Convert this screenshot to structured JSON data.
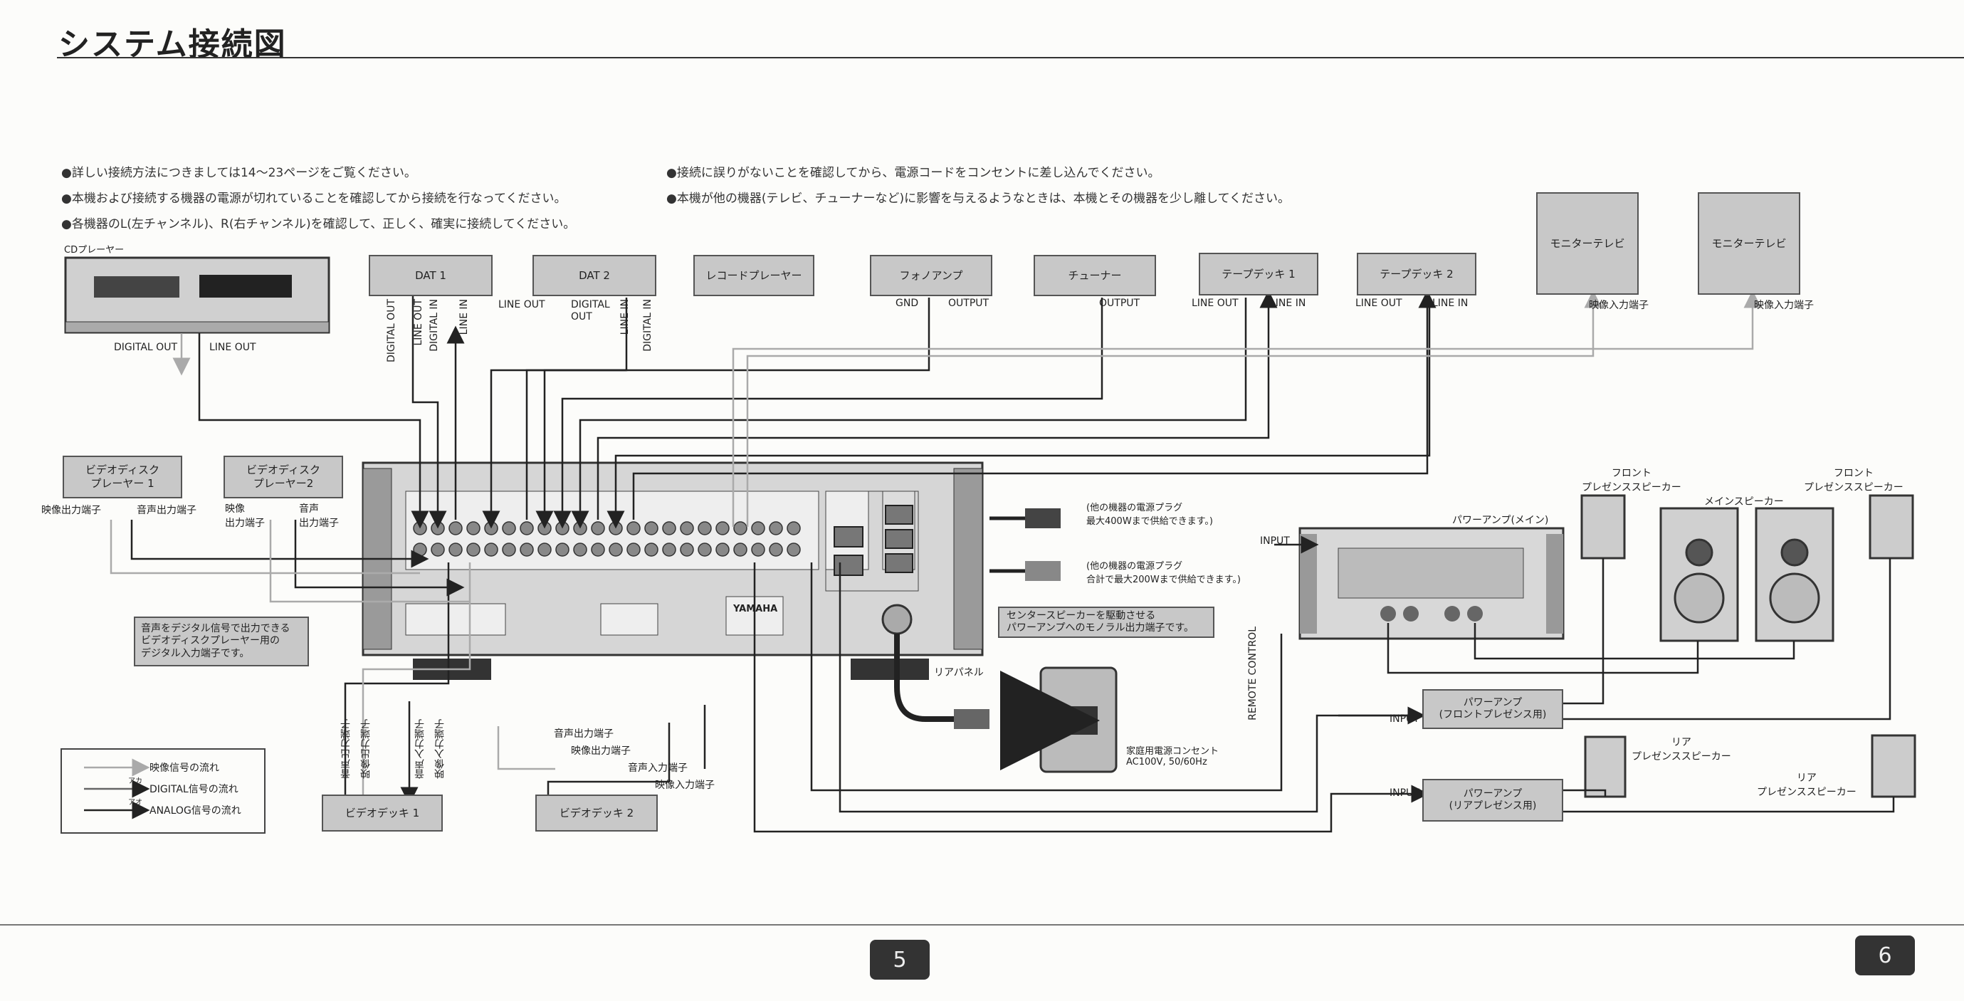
{
  "page": {
    "title": "システム接続図",
    "page_left": "5",
    "page_right": "6"
  },
  "notes": {
    "left": [
      "●詳しい接続方法につきましては14〜23ページをご覧ください。",
      "●本機および接続する機器の電源が切れていることを確認してから接続を行なってください。",
      "●各機器のL(左チャンネル)、R(右チャンネル)を確認して、正しく、確実に接続してください。"
    ],
    "right": [
      "●接続に誤りがないことを確認してから、電源コードをコンセントに差し込んでください。",
      "●本機が他の機器(テレビ、チューナーなど)に影響を与えるようなときは、本機とその機器を少し離してください。"
    ]
  },
  "devices": {
    "cd": {
      "caption": "CDプレーヤー",
      "digital_out": "DIGITAL OUT",
      "line_out": "LINE OUT"
    },
    "dat1": {
      "label": "DAT 1",
      "digital_out": "DIGITAL OUT",
      "line_out": "LINE OUT",
      "digital_in": "DIGITAL IN",
      "line_in": "LINE IN"
    },
    "dat2": {
      "label": "DAT 2",
      "line_out": "LINE OUT",
      "digital_out": "DIGITAL OUT",
      "line_in": "LINE IN",
      "digital_in": "DIGITAL IN"
    },
    "record_player": {
      "label": "レコードプレーヤー"
    },
    "phono_amp": {
      "label": "フォノアンプ",
      "gnd": "GND",
      "output": "OUTPUT"
    },
    "tuner": {
      "label": "チューナー",
      "output": "OUTPUT"
    },
    "tape1": {
      "label": "テープデッキ 1",
      "line_out": "LINE OUT",
      "line_in": "LINE IN"
    },
    "tape2": {
      "label": "テープデッキ 2",
      "line_out": "LINE OUT",
      "line_in": "LINE IN"
    },
    "monitor1": {
      "label": "モニターテレビ",
      "input": "映像入力端子"
    },
    "monitor2": {
      "label": "モニターテレビ",
      "input": "映像入力端子"
    },
    "vdisc1": {
      "label": "ビデオディスク\nプレーヤー 1",
      "video_out": "映像出力端子",
      "audio_out": "音声出力端子"
    },
    "vdisc2": {
      "label": "ビデオディスク\nプレーヤー2",
      "video_out": "映像\n出力端子",
      "audio_out": "音声\n出力端子"
    },
    "vdeck1": {
      "label": "ビデオデッキ 1",
      "p1": "音声出力端子",
      "p2": "映像出力端子",
      "p3": "音声入力端子",
      "p4": "映像入力端子"
    },
    "vdeck2": {
      "label": "ビデオデッキ 2",
      "p1": "音声出力端子",
      "p2": "映像出力端子",
      "p3": "音声入力端子",
      "p4": "映像入力端子"
    },
    "power_amp_main": {
      "label": "パワーアンプ(メイン)",
      "input": "INPUT"
    },
    "front_presence_l": {
      "label": "フロント\nプレゼンススピーカー"
    },
    "front_presence_r": {
      "label": "フロント\nプレゼンススピーカー"
    },
    "main_speaker": {
      "label": "メインスピーカー"
    },
    "power_amp_front": {
      "label": "パワーアンプ\n(フロントプレゼンス用)",
      "input": "INPUT"
    },
    "power_amp_rear": {
      "label": "パワーアンプ\n(リアプレゼンス用)",
      "input": "INPUT"
    },
    "rear_presence_l": {
      "label": "リア\nプレゼンススピーカー"
    },
    "rear_presence_r": {
      "label": "リア\nプレゼンススピーカー"
    }
  },
  "callouts": {
    "digital_input": "音声をデジタル信号で出力できる\nビデオディスクプレーヤー用の\nデジタル入力端子です。",
    "center_speaker": "センタースピーカーを駆動させる\nパワーアンプへのモノラル出力端子です。",
    "plug1": "(他の機器の電源プラグ\n最大400Wまで供給できます。)",
    "plug2": "(他の機器の電源プラグ\n合計で最大200Wまで供給できます。)",
    "rear_panel": "リアパネル",
    "outlet": "家庭用電源コンセント\nAC100V, 50/60Hz",
    "remote": "REMOTE CONTROL",
    "brand": "YAMAHA"
  },
  "legend": {
    "video": "映像信号の流れ",
    "digital": "DIGITAL信号の流れ",
    "analog": "ANALOG信号の流れ",
    "tag_digital": "アカ",
    "tag_analog": "アオ"
  }
}
